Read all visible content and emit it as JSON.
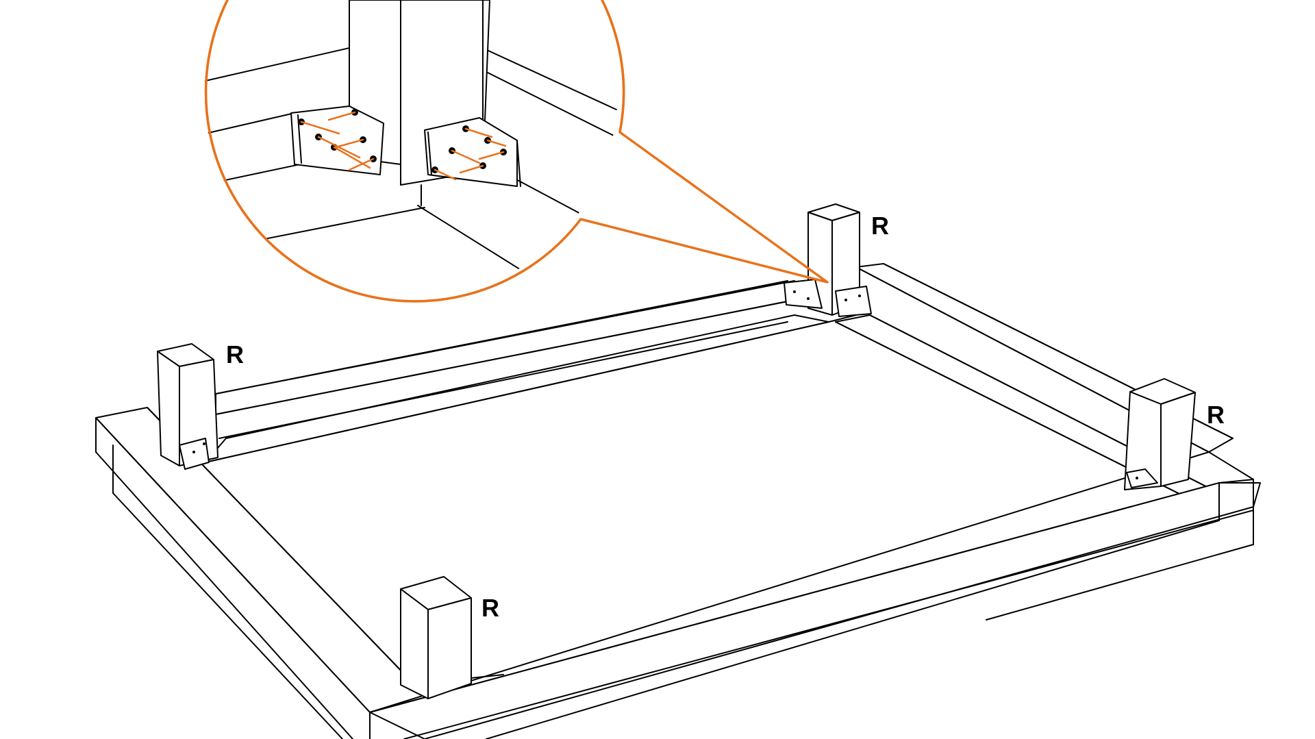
{
  "labels": {
    "post_back_right": "R",
    "post_back_left": "R",
    "post_front_right": "R",
    "post_front_left": "R"
  },
  "colors": {
    "callout": "#e8731c",
    "screw": "#e8731c",
    "line": "#000000",
    "background": "#ffffff"
  }
}
